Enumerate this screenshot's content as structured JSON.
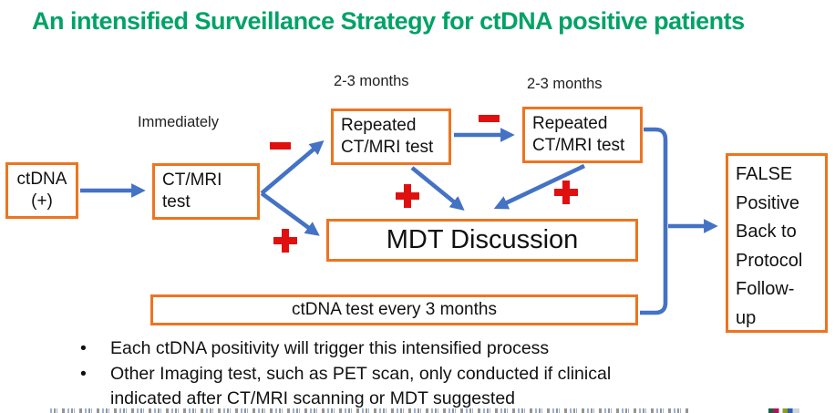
{
  "title": "An intensified Surveillance Strategy for ctDNA positive patients",
  "colors": {
    "title_green": "#00a266",
    "box_border_orange": "#ed7420",
    "arrow_blue": "#4472c4",
    "symbol_red": "#e01010"
  },
  "labels": {
    "immediately": "Immediately",
    "interval1": "2-3 months",
    "interval2": "2-3 months"
  },
  "boxes": {
    "ctdna_positive": {
      "line1": "ctDNA",
      "line2": "(+)"
    },
    "ctmri_test": {
      "line1": "CT/MRI",
      "line2": "test"
    },
    "repeated1": {
      "line1": "Repeated",
      "line2": "CT/MRI test"
    },
    "repeated2": {
      "line1": "Repeated",
      "line2": "CT/MRI test"
    },
    "mdt": {
      "label": "MDT Discussion"
    },
    "ctdna_every": {
      "label": "ctDNA test every 3 months"
    },
    "false_positive": {
      "lines": [
        "FALSE",
        "Positive",
        "Back to",
        "Protocol",
        "Follow-",
        "up"
      ]
    }
  },
  "bullets": [
    {
      "marker": "•",
      "lines": [
        "Each  ctDNA positivity will trigger this intensified process"
      ]
    },
    {
      "marker": "•",
      "lines": [
        "Other Imaging test, such as PET scan, only conducted if clinical",
        "indicated after CT/MRI scanning or MDT suggested"
      ]
    }
  ]
}
